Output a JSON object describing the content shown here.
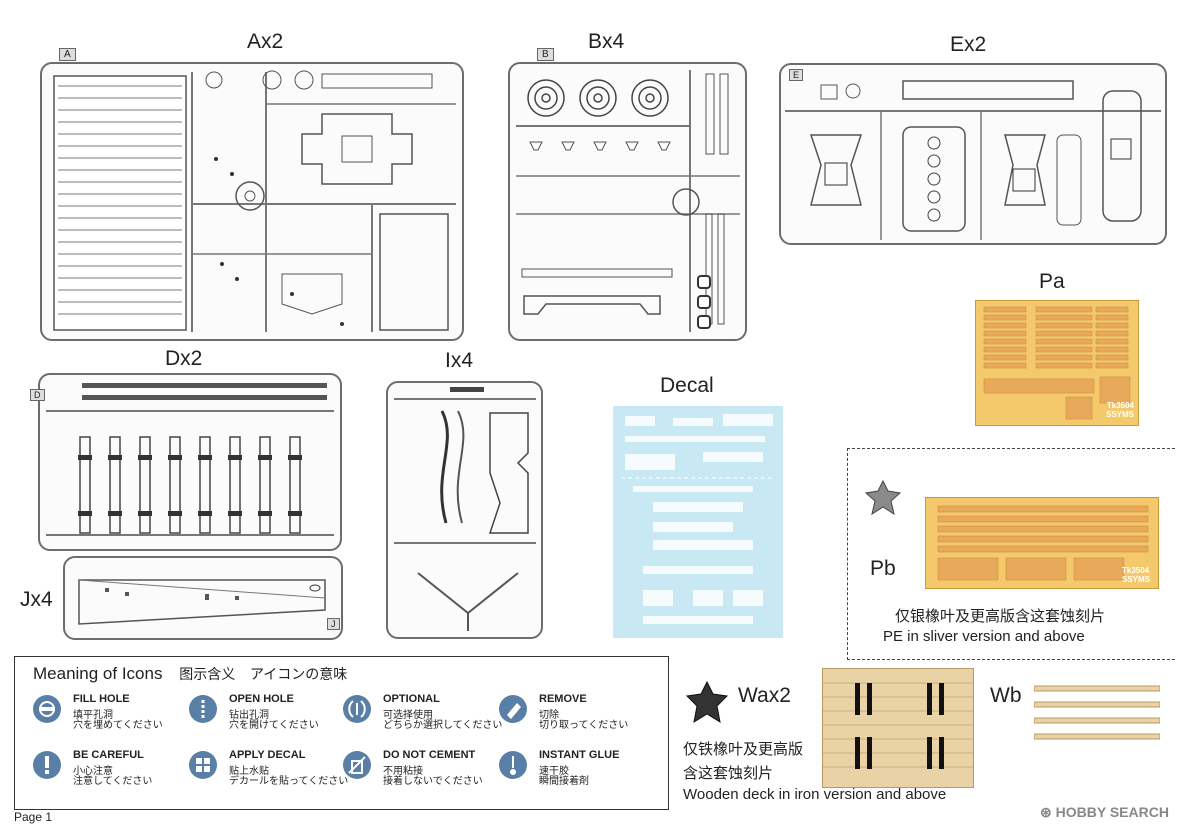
{
  "sprues": {
    "a": "Ax2",
    "b": "Bx4",
    "e": "Ex2",
    "pa": "Pa",
    "d": "Dx2",
    "i": "Ix4",
    "decal": "Decal",
    "j": "Jx4",
    "pb": "Pb",
    "wa": "Wax2",
    "wb": "Wb"
  },
  "sprue_letters": {
    "a": "A",
    "b": "B",
    "e": "E",
    "d": "D",
    "j": "J"
  },
  "pe_codes": {
    "pa_line1": "Tk3504",
    "pa_line2": "SSYMS",
    "pb_line1": "Tk3504",
    "pb_line2": "SSYMS"
  },
  "pe_notes": {
    "silver_zh": "仅银橡叶及更高版含这套蚀刻片",
    "silver_en": "PE in sliver version and above",
    "iron_zh_1": "仅铁橡叶及更高版",
    "iron_zh_2": "含这套蚀刻片",
    "iron_en": "Wooden deck in iron version and above"
  },
  "legend": {
    "heading": "Meaning of Icons",
    "heading_zh": "图示含义",
    "heading_ja": "アイコンの意味",
    "items": [
      {
        "icon": "fill-hole-icon",
        "en": "FILL HOLE",
        "zh": "填平孔洞",
        "ja": "穴を埋めてください"
      },
      {
        "icon": "open-hole-icon",
        "en": "OPEN HOLE",
        "zh": "钻出孔洞",
        "ja": "穴を開けてください"
      },
      {
        "icon": "optional-icon",
        "en": "OPTIONAL",
        "zh": "可选择使用",
        "ja": "どちらか選択してください"
      },
      {
        "icon": "remove-icon",
        "en": "REMOVE",
        "zh": "切除",
        "ja": "切り取ってください"
      },
      {
        "icon": "be-careful-icon",
        "en": "BE CAREFUL",
        "zh": "小心注意",
        "ja": "注意してください"
      },
      {
        "icon": "apply-decal-icon",
        "en": "APPLY DECAL",
        "zh": "贴上水贴",
        "ja": "デカールを貼ってください"
      },
      {
        "icon": "do-not-cement-icon",
        "en": "DO NOT CEMENT",
        "zh": "不用粘接",
        "ja": "接着しないでください"
      },
      {
        "icon": "instant-glue-icon",
        "en": "INSTANT GLUE",
        "zh": "速干胶",
        "ja": "瞬間接着剤"
      }
    ]
  },
  "footer": {
    "page": "Page 1",
    "watermark": "HOBBY SEARCH"
  },
  "colors": {
    "sprue_line": "#6d6d6d",
    "pe_gold": "#f3c96b",
    "pe_plate": "#e8a95a",
    "decal_bg": "#c8e9f4",
    "icon_blue": "#5a7fa6",
    "wood": "#e9d3a6"
  }
}
